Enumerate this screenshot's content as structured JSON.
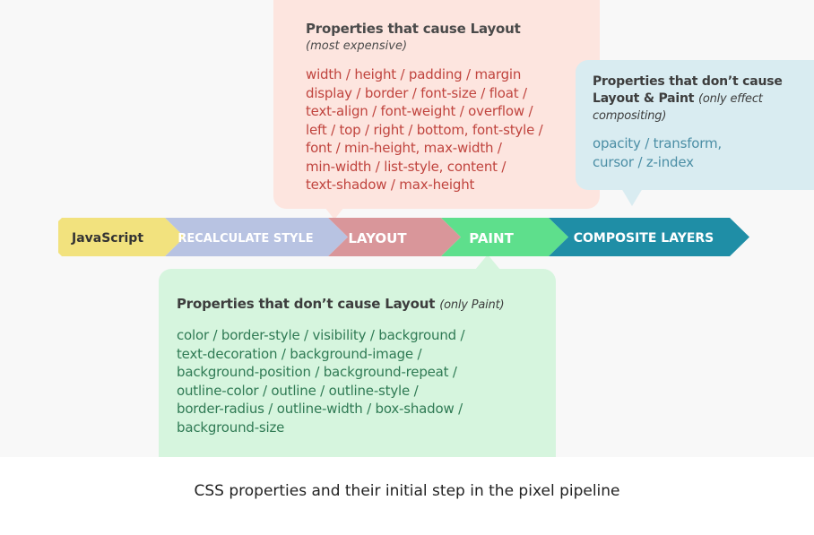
{
  "pipeline": {
    "stages": [
      {
        "label": "JavaScript",
        "color": "#f2e27e",
        "text_color": "#333333"
      },
      {
        "label": "RECALCULATE STYLE",
        "color": "#b8c3e2",
        "text_color": "#ffffff"
      },
      {
        "label": "LAYOUT",
        "color": "#d9969a",
        "text_color": "#ffffff"
      },
      {
        "label": "PAINT",
        "color": "#5edf8c",
        "text_color": "#ffffff"
      },
      {
        "label": "COMPOSITE LAYERS",
        "color": "#1f8ea6",
        "text_color": "#ffffff"
      }
    ]
  },
  "layout_box": {
    "title": "Properties that cause  Layout",
    "subtitle": "(most expensive)",
    "lines": [
      "width / height / padding / margin",
      "display / border / font-size / float /",
      "text-align / font-weight / overflow /",
      "left / top / right / bottom, font-style /",
      "font / min-height, max-width /",
      "min-width / list-style, content /",
      "text-shadow / max-height"
    ],
    "bg": "#fde5df",
    "text_color": "#c0443e"
  },
  "composite_box": {
    "title_line1": "Properties that don’t cause",
    "title_line2": "Layout & Paint",
    "note": "(only effect compositing)",
    "lines": [
      "opacity / transform,",
      "cursor / z-index"
    ],
    "bg": "#d9ecf1",
    "text_color": "#4b8ea5"
  },
  "paint_box": {
    "title": "Properties that don’t cause Layout",
    "note": "(only Paint)",
    "lines": [
      "color / border-style / visibility / background /",
      "text-decoration / background-image /",
      "background-position / background-repeat /",
      "outline-color /  outline / outline-style /",
      "border-radius / outline-width / box-shadow /",
      "background-size"
    ],
    "bg": "#d6f5de",
    "text_color": "#2f7a54"
  },
  "caption": "CSS properties and their initial step in the pixel pipeline"
}
